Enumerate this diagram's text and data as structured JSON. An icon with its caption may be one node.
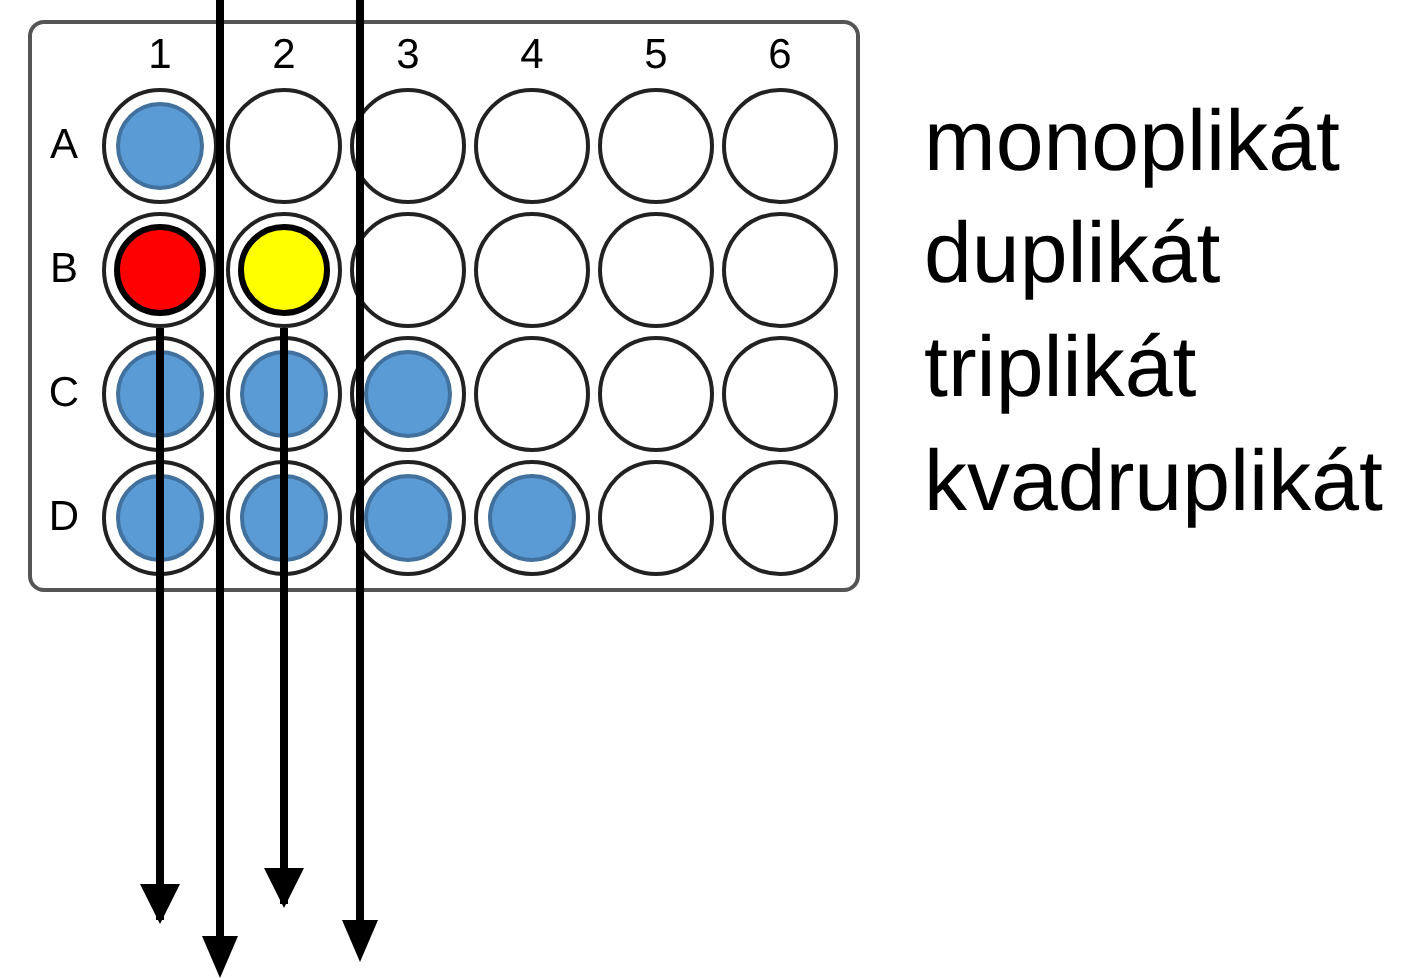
{
  "diagram": {
    "nodes": [
      {
        "text": [],
        "shape": "box"
      },
      {
        "text": [],
        "shape": "circle",
        "in": 0
      },
      {
        "text": [],
        "shape": "circle",
        "in": 0
      },
      {
        "text": [],
        "shape": "circle",
        "in": 0
      },
      {
        "text": [],
        "shape": "circle",
        "in": 0
      },
      {
        "text": [],
        "shape": "circle",
        "in": 0
      },
      {
        "text": [],
        "shape": "circle",
        "in": 0
      },
      {
        "text": [],
        "shape": "circle",
        "in": 0
      },
      {
        "text": [],
        "shape": "circle",
        "in": 0
      },
      {
        "text": [],
        "shape": "circle",
        "in": 0
      },
      {
        "text": [],
        "shape": "circle",
        "in": 0
      },
      {
        "text": [],
        "shape": "circle",
        "in": 0
      },
      {
        "text": [],
        "shape": "circle",
        "in": 0
      },
      {
        "text": [],
        "shape": "circle",
        "in": 0
      },
      {
        "text": [],
        "shape": "circle",
        "in": 0
      },
      {
        "text": [],
        "shape": "circle",
        "in": 0
      },
      {
        "text": [],
        "shape": "circle",
        "in": 0
      },
      {
        "text": [],
        "shape": "circle",
        "in": 0
      },
      {
        "text": [],
        "shape": "circle",
        "in": 0
      },
      {
        "text": [],
        "shape": "circle",
        "in": 0
      },
      {
        "text": [],
        "shape": "circle",
        "in": 0
      },
      {
        "text": [],
        "shape": "circle",
        "in": 0
      },
      {
        "text": [],
        "shape": "circle",
        "in": 0
      },
      {
        "text": [],
        "shape": "circle",
        "in": 0
      },
      {
        "text": [],
        "shape": "circle",
        "in": 0
      }
    ],
    "edges": [
      {
        "from": 7,
        "to": null,
        "arrow": "to"
      },
      {
        "from": 8,
        "to": null,
        "arrow": "to"
      }
    ],
    "labels": [
      "1",
      "2",
      "3",
      "4",
      "5",
      "6",
      "A",
      "B",
      "C",
      "D",
      "monoplikát",
      "duplikát",
      "triplikát",
      "kvadruplikát"
    ]
  }
}
